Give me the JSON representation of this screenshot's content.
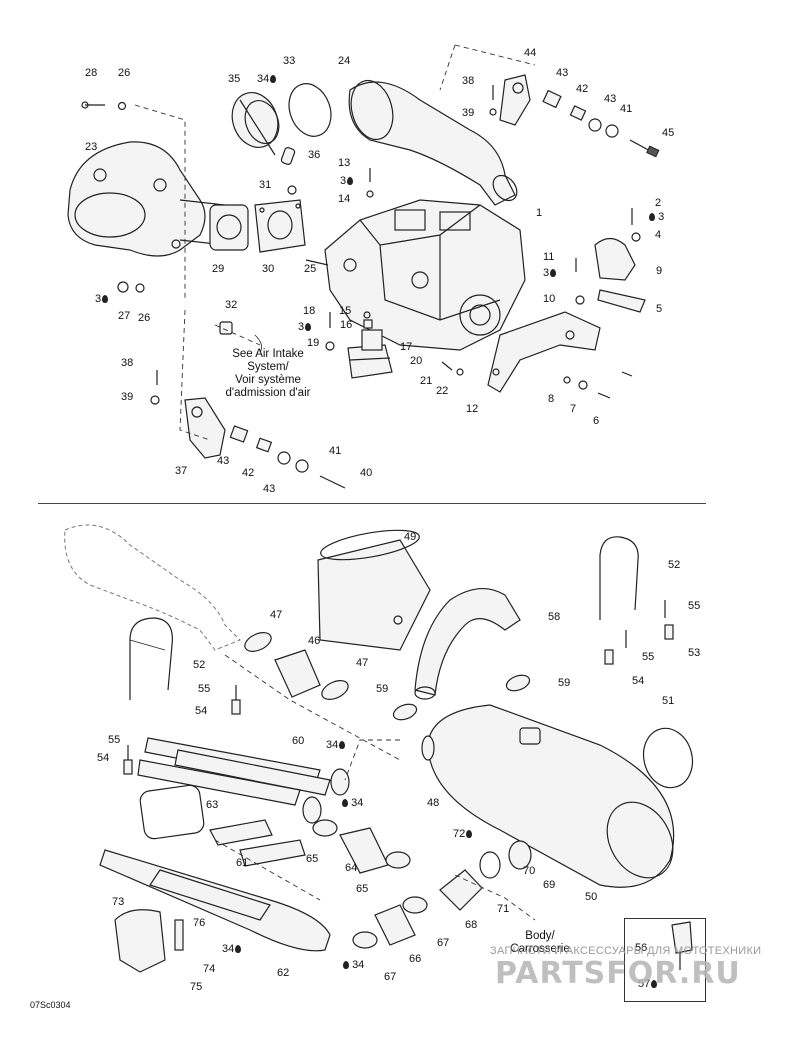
{
  "diagram_id": "07Sc0304",
  "callouts": {
    "c28": "28",
    "c26a": "26",
    "c35": "35",
    "c34a": "34",
    "c33": "33",
    "c24": "24",
    "c44": "44",
    "c38a": "38",
    "c39a": "39",
    "c43a": "43",
    "c42a": "42",
    "c43b": "43",
    "c41a": "41",
    "c45": "45",
    "c23": "23",
    "c36": "36",
    "c13": "13",
    "c3a": "3",
    "c14": "14",
    "c31": "31",
    "c1": "1",
    "c2": "2",
    "c3b": "3",
    "c4": "4",
    "c11": "11",
    "c3c": "3",
    "c9": "9",
    "c10": "10",
    "c5": "5",
    "c29": "29",
    "c30": "30",
    "c25": "25",
    "c3d": "3",
    "c27": "27",
    "c26b": "26",
    "c32": "32",
    "c18": "18",
    "c15": "15",
    "c3e": "3",
    "c16": "16",
    "c19": "19",
    "c17": "17",
    "c20": "20",
    "c21": "21",
    "c22": "22",
    "c12": "12",
    "c8": "8",
    "c7": "7",
    "c6": "6",
    "c38b": "38",
    "c39b": "39",
    "c41b": "41",
    "c37": "37",
    "c43c": "43",
    "c42b": "42",
    "c43d": "43",
    "c40": "40",
    "c49": "49",
    "c52a": "52",
    "c47a": "47",
    "c58": "58",
    "c55a": "55",
    "c46": "46",
    "c47b": "47",
    "c52b": "52",
    "c53": "53",
    "c55b": "55",
    "c59a": "59",
    "c59b": "59",
    "c54a": "54",
    "c55c": "55",
    "c54b": "54",
    "c51": "51",
    "c60": "60",
    "c34b": "34",
    "c55d": "55",
    "c54c": "54",
    "c34c": "34",
    "c63": "63",
    "c48": "48",
    "c72": "72",
    "c65a": "65",
    "c64": "64",
    "c61": "61",
    "c65b": "65",
    "c70": "70",
    "c69": "69",
    "c50": "50",
    "c71": "71",
    "c68": "68",
    "c73": "73",
    "c76": "76",
    "c67a": "67",
    "c34d": "34",
    "c74": "74",
    "c66": "66",
    "c67b": "67",
    "c62": "62",
    "c75": "75",
    "c34e": "34",
    "c56": "56",
    "c57": "57"
  },
  "notes": {
    "air_intake_en": "See Air Intake",
    "air_intake_en2": "System/",
    "air_intake_fr": "Voir système",
    "air_intake_fr2": "d'admission d'air",
    "body_en": "Body/",
    "body_fr": "Carrosserie"
  },
  "watermark": {
    "line1": "ЗАПЧАСТИ И АКСЕССУАРЫ ДЛЯ МОТОТЕХНИКИ",
    "logo": "PARTSFOR.RU"
  }
}
